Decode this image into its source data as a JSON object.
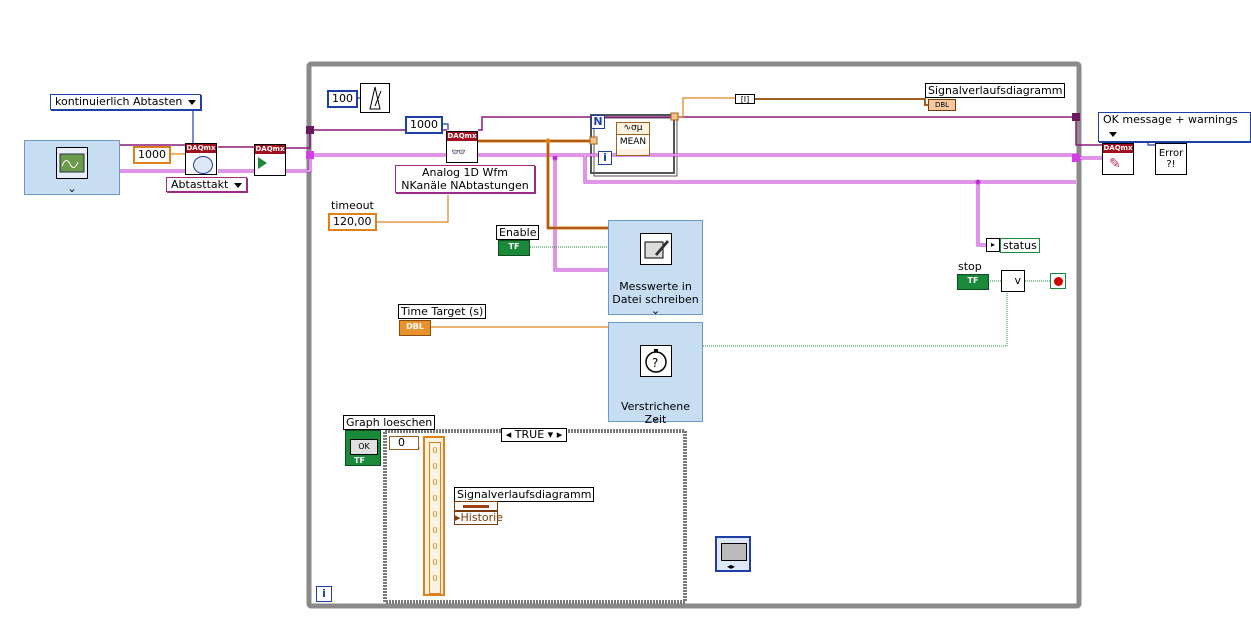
{
  "left": {
    "acq_mode_enum": "kontinuierlich Abtasten",
    "rate_const": "1000",
    "timing_ring": "Abtasttakt"
  },
  "loop": {
    "wait_ms_const": "100",
    "samples_const": "1000",
    "read_ring": [
      "Analog 1D Wfm",
      "NKanäle NAbtastungen"
    ],
    "timeout_label": "timeout",
    "timeout_const": "120,00",
    "for_loop_count": "N",
    "for_loop_iter": "i",
    "mean_label": "MEAN",
    "graph_indicator_label": "Signalverlaufsdiagramm",
    "enable_label": "Enable",
    "write_file_vi": [
      "Messwerte in",
      "Datei schreiben"
    ],
    "time_target_label": "Time Target (s)",
    "elapsed_vi": "Verstrichene Zeit",
    "status_label": "status",
    "stop_label": "stop",
    "or_label": "v",
    "clear_graph_label": "Graph loeschen",
    "ok_label": "OK",
    "tf_label": "TF",
    "dbl_label": "DBL",
    "zero_const": "0",
    "case_selector": "TRUE",
    "prop_node_label": "Signalverlaufsdiagramm",
    "prop_node_item": "Historie",
    "while_iter": "i"
  },
  "right": {
    "error_enum": "OK message + warnings",
    "error_vi": "Error ?!"
  },
  "colors": {
    "error_wire": "#a0208a",
    "task_wire": "#c12bd0",
    "dbl_wire": "#e0801c",
    "bool_wire": "#1a8a3a",
    "loop_border": "#888888"
  }
}
